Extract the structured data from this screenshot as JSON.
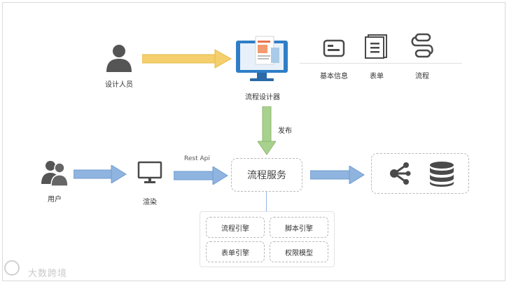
{
  "nodes": {
    "designer": "设计人员",
    "designer_tool": "流程设计器",
    "basic_info": "基本信息",
    "form": "表单",
    "flow": "流程",
    "user": "用户",
    "render": "渲染",
    "flow_service": "流程服务"
  },
  "edges": {
    "publish": "发布",
    "rest_api": "Rest Api"
  },
  "engines": [
    "流程引擎",
    "脚本引擎",
    "表单引擎",
    "权限模型"
  ],
  "watermark": "大数跨境",
  "colors": {
    "yellow_arrow": "#f5cf6b",
    "green_arrow": "#a9d18e",
    "blue_arrow": "#8fb4df",
    "icon_dark": "#4a4a4a",
    "monitor_blue": "#2f7ec7"
  }
}
